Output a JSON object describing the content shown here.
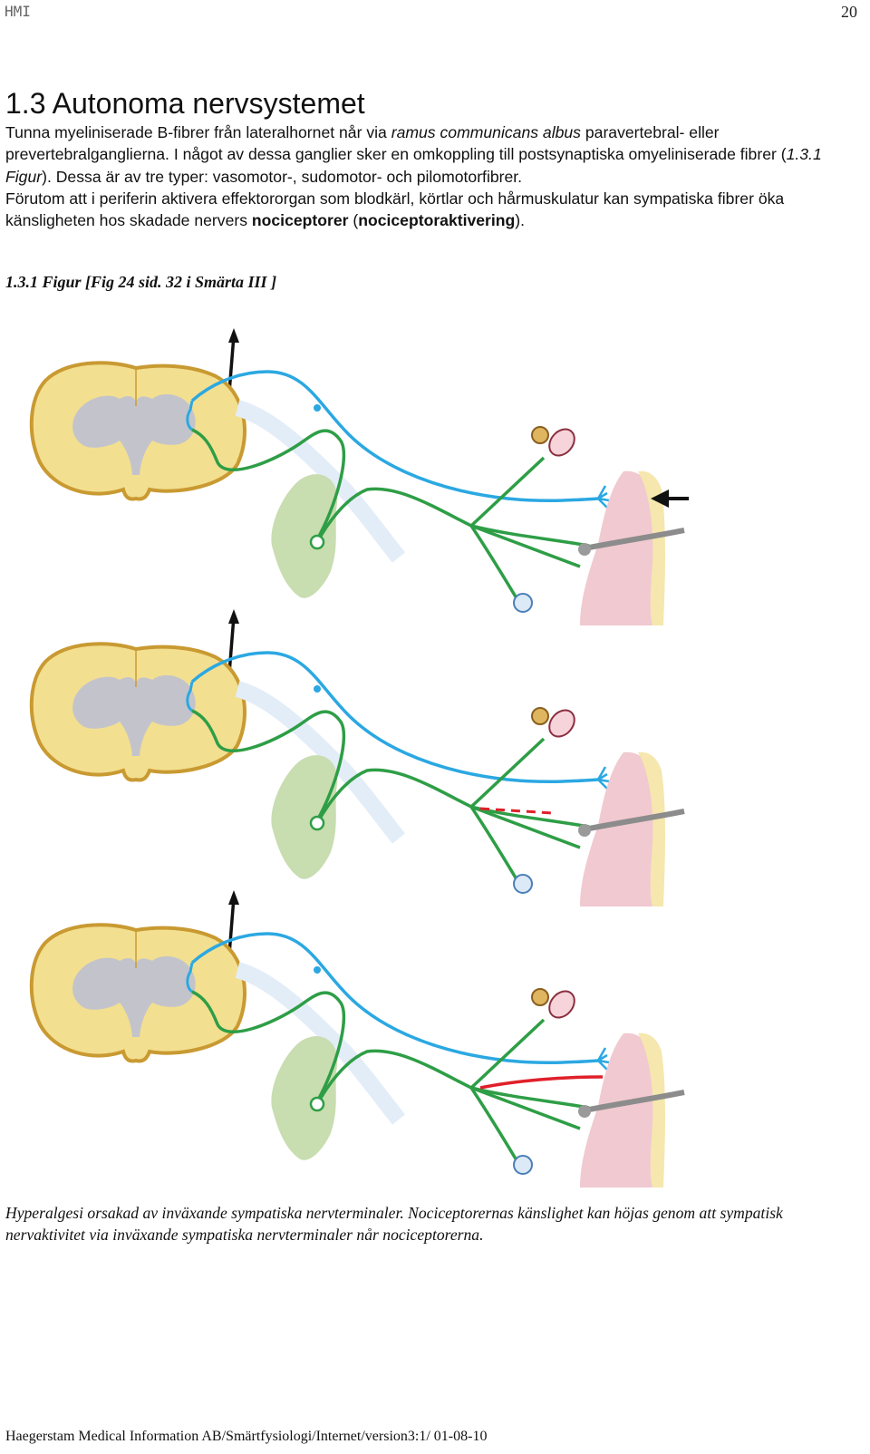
{
  "header": {
    "left": "HMI",
    "page_number": "20"
  },
  "section": {
    "heading": "1.3 Autonoma nervsystemet",
    "para1": {
      "t1": "Tunna myeliniserade B-fibrer från lateralhornet når via ",
      "t2": "ramus communicans albus",
      "t3": " paravertebral- eller prevertebralganglierna. I något av dessa ganglier sker en omkoppling till postsynaptiska omyeliniserade fibrer (",
      "t4": "1.3.1 Figur",
      "t5": "). Dessa är av tre typer: vasomotor-, sudomotor- och pilomotorfibrer."
    },
    "para2": {
      "t1": "Förutom att i periferin aktivera effektororgan som blodkärl, körtlar och hårmuskulatur kan sympatiska fibrer öka känsligheten hos skadade nervers ",
      "t2": "nociceptorer",
      "t3": " (",
      "t4": "nociceptoraktivering",
      "t5": ")."
    }
  },
  "figure": {
    "label": "1.3.1 Figur [Fig 24 sid. 32 i Smärta III ]",
    "caption": "Hyperalgesi orsakad av inväxande sympatiska nervterminaler. Nociceptorernas känslighet kan höjas genom att sympatisk nervaktivitet via inväxande sympatiska nervterminaler når nociceptorerna.",
    "colors": {
      "spinal_cord": "#f3df90",
      "spinal_cord_edge": "#c99a32",
      "grey_matter": "#c3c4cb",
      "ganglion": "#c8ddb0",
      "sensory_fiber": "#2ba8e2",
      "sympathetic_fiber": "#2e9e46",
      "ascending_fiber": "#111111",
      "sprouting_terminal": "#e0202a",
      "skin": "#f1c9d0",
      "skin_surface": "#f5e7ae"
    }
  },
  "footer": {
    "text": "Haegerstam Medical Information AB/Smärtfysiologi/Internet/version3:1/ 01-08-10"
  }
}
